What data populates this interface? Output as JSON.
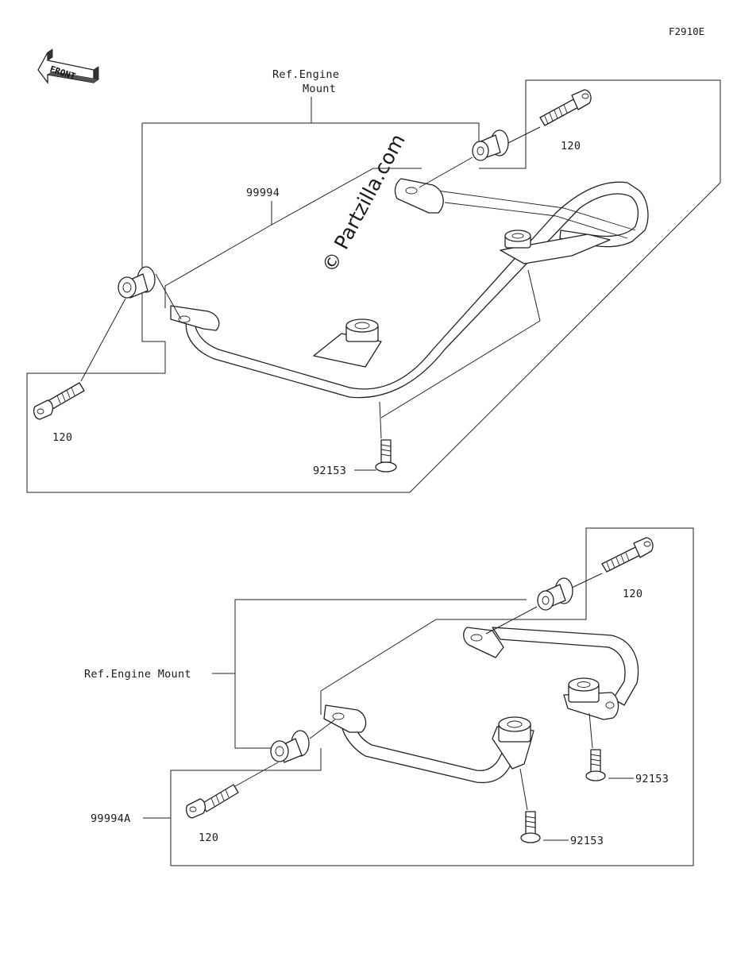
{
  "figure_code": "F2910E",
  "watermark": "© Partzilla.com",
  "front_label": "FRONT",
  "upper": {
    "ref_label_line1": "Ref.Engine",
    "ref_label_line2": "Mount",
    "assembly_part": "99994",
    "bolt_top": "120",
    "bolt_left": "120",
    "screw": "92153"
  },
  "lower": {
    "ref_label": "Ref.Engine Mount",
    "assembly_part": "99994A",
    "bolt_top": "120",
    "bolt_left": "120",
    "screw_right": "92153",
    "screw_center": "92153"
  }
}
